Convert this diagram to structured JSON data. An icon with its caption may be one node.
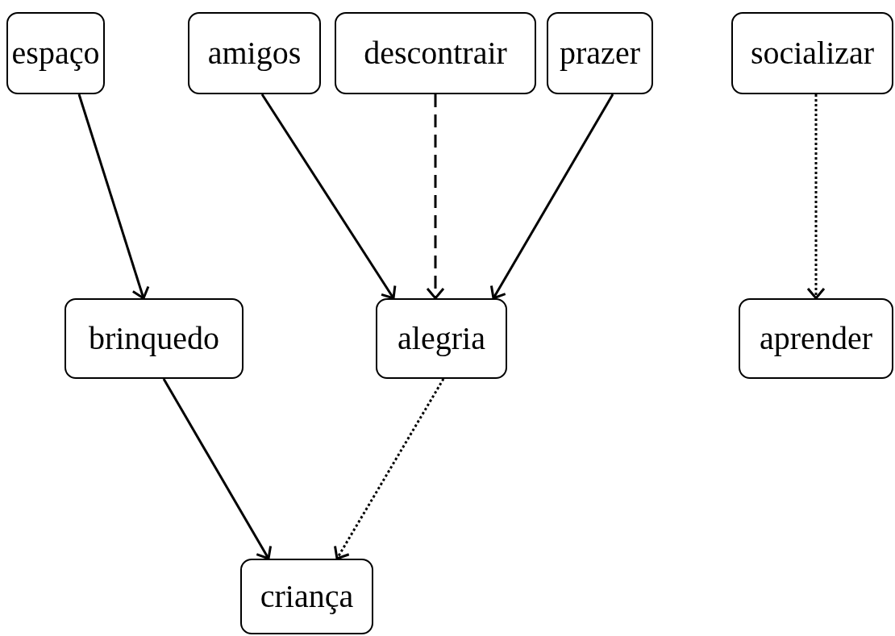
{
  "diagram": {
    "nodes": [
      {
        "text": [
          "espaço"
        ]
      },
      {
        "text": [
          "amigos"
        ]
      },
      {
        "text": [
          "descontrair"
        ]
      },
      {
        "text": [
          "prazer"
        ]
      },
      {
        "text": [
          "socializar"
        ]
      },
      {
        "text": [
          "brinquedo"
        ]
      },
      {
        "text": [
          "alegria"
        ]
      },
      {
        "text": [
          "aprender"
        ]
      },
      {
        "text": [
          "criança"
        ]
      }
    ],
    "edges": [
      {
        "from": 0,
        "to": 5,
        "arrow": "to"
      },
      {
        "from": 1,
        "to": 6,
        "arrow": "to"
      },
      {
        "from": 2,
        "to": 6,
        "arrow": "to",
        "style": "dashed"
      },
      {
        "from": 3,
        "to": 6,
        "arrow": "to"
      },
      {
        "from": 4,
        "to": 7,
        "arrow": "to",
        "style": "dashed"
      },
      {
        "from": 5,
        "to": 8,
        "arrow": "to"
      },
      {
        "from": 6,
        "to": 8,
        "arrow": "to",
        "style": "dashed"
      }
    ]
  }
}
